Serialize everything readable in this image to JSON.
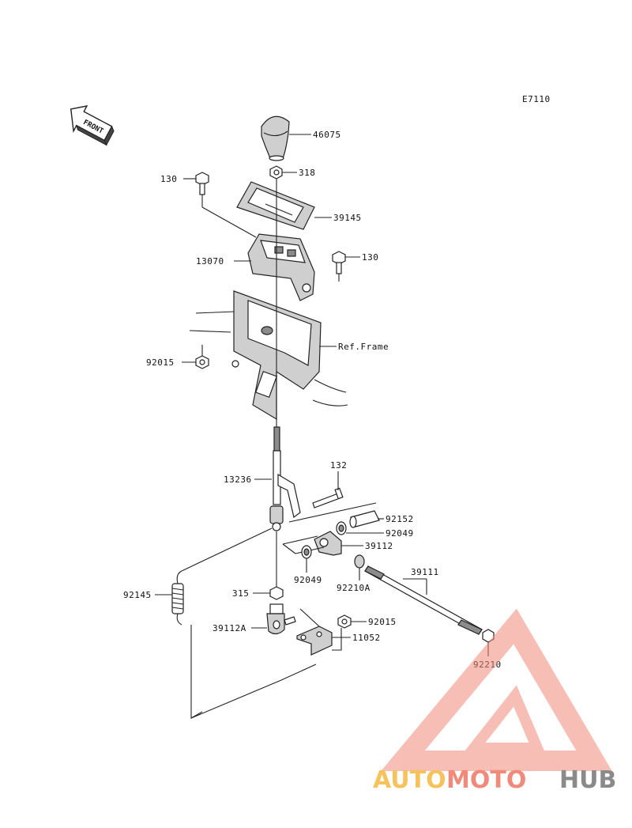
{
  "diagram": {
    "code": "E7110",
    "front_label": "FRONT",
    "labels": {
      "p46075": "46075",
      "p318": "318",
      "p130a": "130",
      "p39145": "39145",
      "p130b": "130",
      "p13070": "13070",
      "pref": "Ref.Frame",
      "p92015a": "92015",
      "p132": "132",
      "p13236": "13236",
      "p92152": "92152",
      "p92049a": "92049",
      "p39112": "39112",
      "p92049b": "92049",
      "p92210a": "92210A",
      "p39111": "39111",
      "p92145": "92145",
      "p315": "315",
      "p92015b": "92015",
      "p39112a": "39112A",
      "p11052": "11052",
      "p92210": "92210"
    }
  },
  "watermark": {
    "part1": "AUTO",
    "part2": "MOTO",
    "part3": "HUB",
    "colors": {
      "auto": "#f6c25c",
      "moto": "#f08a7a",
      "hub": "#8a8a8a",
      "triangle": "#f08a7a"
    }
  }
}
